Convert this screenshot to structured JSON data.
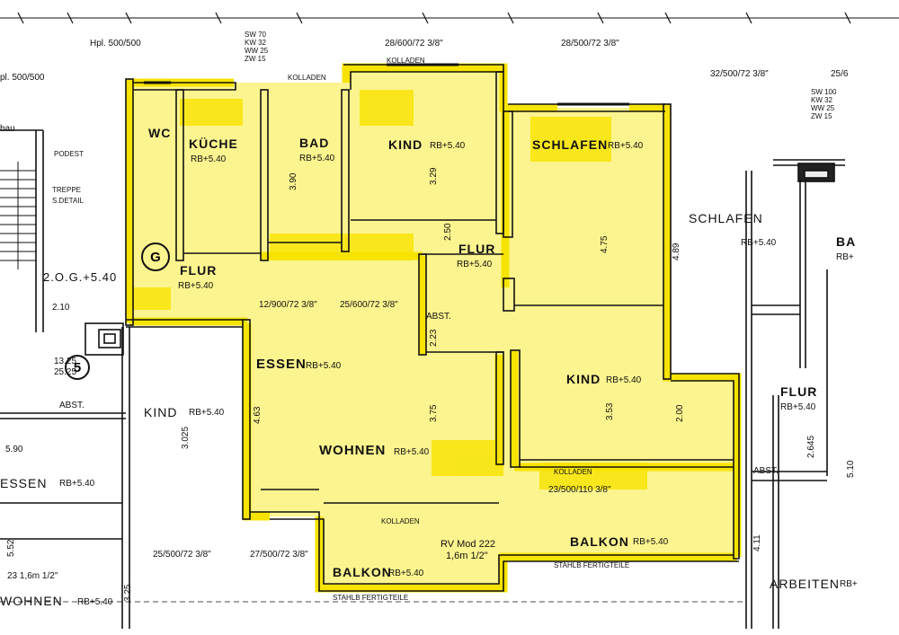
{
  "colors": {
    "highlight": "#f7e300",
    "highlight_light": "#fbf27a",
    "ink": "#111111"
  },
  "rooms": {
    "wc": "WC",
    "kueche": "KÜCHE",
    "kueche_rb": "RB+5.40",
    "bad": "BAD",
    "bad_rb": "RB+5.40",
    "kind1": "KIND",
    "kind1_rb": "RB+5.40",
    "schlafen1": "SCHLAFEN",
    "schlafen1_rb": "RB+5.40",
    "flur_left": "FLUR",
    "flur_left_rb": "RB+5.40",
    "flur_mid": "FLUR",
    "flur_mid_rb": "RB+5.40",
    "abst_mid": "ABST.",
    "essen": "ESSEN",
    "essen_rb": "RB+5.40",
    "wohnen": "WOHNEN",
    "wohnen_rb": "RB+5.40",
    "kind2": "KIND",
    "kind2_rb": "RB+5.40",
    "balkon_left": "BALKON",
    "balkon_left_rb": "RB+5.40",
    "balkon_right": "BALKON",
    "balkon_right_rb": "RB+5.40",
    "schlafen2": "SCHLAFEN",
    "schlafen2_rb": "RB+5.40",
    "flur_right": "FLUR",
    "flur_right_rb": "RB+5.40",
    "abst_right": "ABST.",
    "arbeiten": "ARBEITEN",
    "arbeiten_rb": "RB+",
    "kind_left": "KIND",
    "kind_left_rb": "RB+5.40",
    "essen_left": "ESSEN",
    "essen_left_rb": "RB+5.40",
    "wohnen_left": "WOHNEN",
    "wohnen_left_rb": "RB+5.40",
    "ba_right": "BA",
    "ba_right_rb": "RB+",
    "zog": "2.O.G.+5.40"
  },
  "markers": {
    "g": "G",
    "five": "5"
  },
  "windows": {
    "hpl": "Hpl. 500/500",
    "pl_left": "pl. 500/500",
    "w1": "28/600/72 3/8\"",
    "w2": "28/500/72 3/8\"",
    "w3": "32/500/72 3/8\"",
    "w4": "25/6",
    "w5": "12/900/72 3/8\"",
    "w6": "25/600/72 3/8\"",
    "w7": "23/500/110 3/8\"",
    "w8": "25/500/72 3/8\"",
    "w9": "27/500/72 3/8\"",
    "rv": "RV Mod 222",
    "rv2": "1,6m 1/2\"",
    "left_pipe": "23 1,6m 1/2\""
  },
  "notes": {
    "kolladen": "KOLLADEN",
    "kolladen2": "KOLLADEN",
    "kolladen3": "KOLLADEN",
    "kolladen4": "KOLLADEN",
    "stahlb1": "STAHLB FERTIGTEILE",
    "stahlb2": "STAHLB FERTIGTEILE",
    "treppe": "TREPPE",
    "treppe2": "S.DETAIL",
    "podest": "PODEST",
    "abst_left": "ABST.",
    "bau": "bau",
    "sw_list": [
      "SW 100",
      "KW 32",
      "WW 25",
      "ZW 15"
    ],
    "sw_list2": [
      "SW 70",
      "KW 32",
      "WW 25",
      "ZW 15"
    ]
  },
  "dims": {
    "d390": "3.90",
    "d329": "3.29",
    "d475": "4.75",
    "d489": "4.89",
    "d463": "4.63",
    "d375": "3.75",
    "d353": "3.53",
    "d200": "2.00",
    "d223": "2.23",
    "d250": "2.50",
    "d210": "2.10",
    "d3025": "3.025",
    "d2525": "25.25",
    "d1325": "13.25",
    "d590": "5.90",
    "d552": "5.52",
    "d325": "3.25",
    "d411": "4.11",
    "d2645": "2.645",
    "d510": "5.10"
  }
}
